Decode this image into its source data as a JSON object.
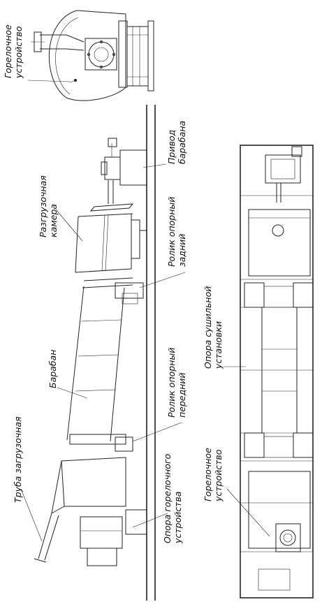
{
  "labels": {
    "burner_device": [
      "Горелочное",
      "устройство"
    ],
    "unloading_chamber": [
      "Разгрузочная",
      "камера"
    ],
    "drum_drive": [
      "Привод",
      "барабана"
    ],
    "rear_support_roller": [
      "Ролик опорный",
      "задний"
    ],
    "drum": "Барабан",
    "dryer_support": [
      "Опора сушильной",
      "установки"
    ],
    "front_support_roller": [
      "Ролик опорный",
      "передний"
    ],
    "burner_support": [
      "Опора горелочного",
      "устройства"
    ],
    "burner_device_plan": [
      "Горелочное",
      "устройство"
    ],
    "loading_pipe": "Труба загрузочная"
  }
}
